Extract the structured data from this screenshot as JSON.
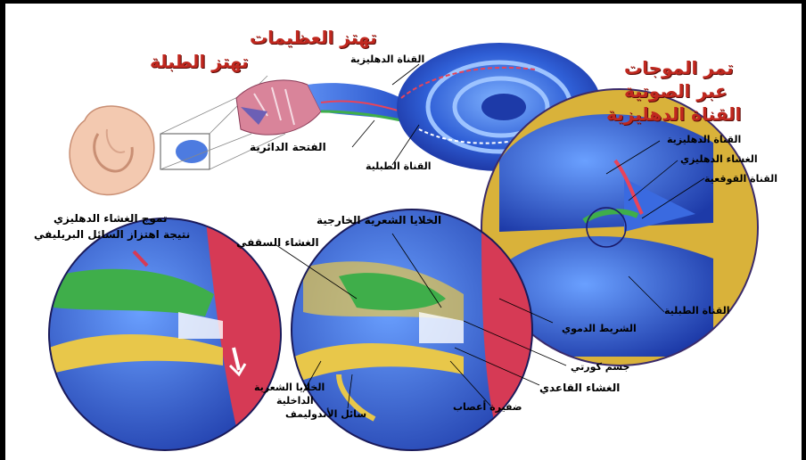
{
  "labels": {
    "title_top": "تهتز العظيمات",
    "title_drum": "تهتز الطبلة",
    "waves_1": "تمر الموجات",
    "waves_2": "عبر الصوتية",
    "waves_3": "القناة الدهليزية",
    "vestibular_canal_top": "القناة الدهليزية",
    "oval_window": "الفتحة الدائرية",
    "tympanic_canal_top": "القناة الطبلية",
    "vestibular_canal_right": "القناة الدهليزية",
    "vestibular_membrane_right": "الغشاء الدهليزي",
    "cochlear_duct": "القناة القوقعية",
    "tympanic_canal_right": "القناة الطبلية",
    "wave_desc_1": "تموج الغشاء الدهليزي",
    "wave_desc_2": "نتيجة اهتزاز السائل البريليفي",
    "outer_hair_cells": "الخلايا الشعرية الخارجية",
    "tectorial_membrane": "الغشاء السقفي",
    "stria_vascularis": "الشريط الدموي",
    "organ_of_corti": "جسم كورتي",
    "basilar_membrane": "الغشاء القاعدي",
    "nerve_plexus": "ضفيرة أعصاب",
    "inner_hair_cells_1": "الخلايا الشعرية",
    "inner_hair_cells_2": "الداخلية",
    "endolymph": "سائل الأندوليمف"
  },
  "colors": {
    "title_red": "#c0281f",
    "cochlea_blue": "#2f5fd6",
    "membrane_red": "#d8394a",
    "tectorial_green": "#3fae4a",
    "bone_yellow": "#e8c74a"
  }
}
